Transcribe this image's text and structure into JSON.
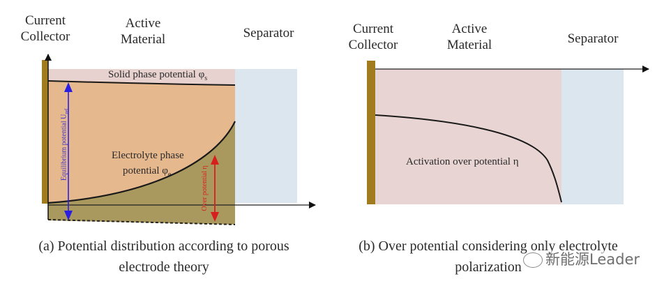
{
  "panel_a": {
    "labels": {
      "current_collector": [
        "Current",
        "Collector"
      ],
      "active_material": [
        "Active",
        "Material"
      ],
      "separator": "Separator"
    },
    "solid_phase": "Solid phase potential φ",
    "solid_phase_sub": "s",
    "electrolyte_phase_line1": "Electrolyte phase",
    "electrolyte_phase_line2": "potential φ",
    "electrolyte_phase_sub": "e",
    "equilibrium": "Equilibrium potential U",
    "equilibrium_sub": "ref",
    "over_potential": "Over potential η",
    "caption": [
      "(a) Potential distribution according to porous",
      "electrode theory"
    ]
  },
  "panel_b": {
    "labels": {
      "current_collector": [
        "Current",
        "Collector"
      ],
      "active_material": [
        "Active",
        "Material"
      ],
      "separator": "Separator"
    },
    "activation": "Activation over potential η",
    "caption": [
      "(b) Over potential considering only electrolyte",
      "polarization"
    ]
  },
  "watermark": "新能源Leader",
  "colors": {
    "collector": "#a07c1e",
    "active_top": "#e8d2cf",
    "active_mid": "#e6b88e",
    "active_low": "#a9995f",
    "separator": "#dbe6ee",
    "equilibrium_arrow": "#2a1fe0",
    "over_arrow": "#d81f1f",
    "active_b": "#e8d4d2"
  }
}
